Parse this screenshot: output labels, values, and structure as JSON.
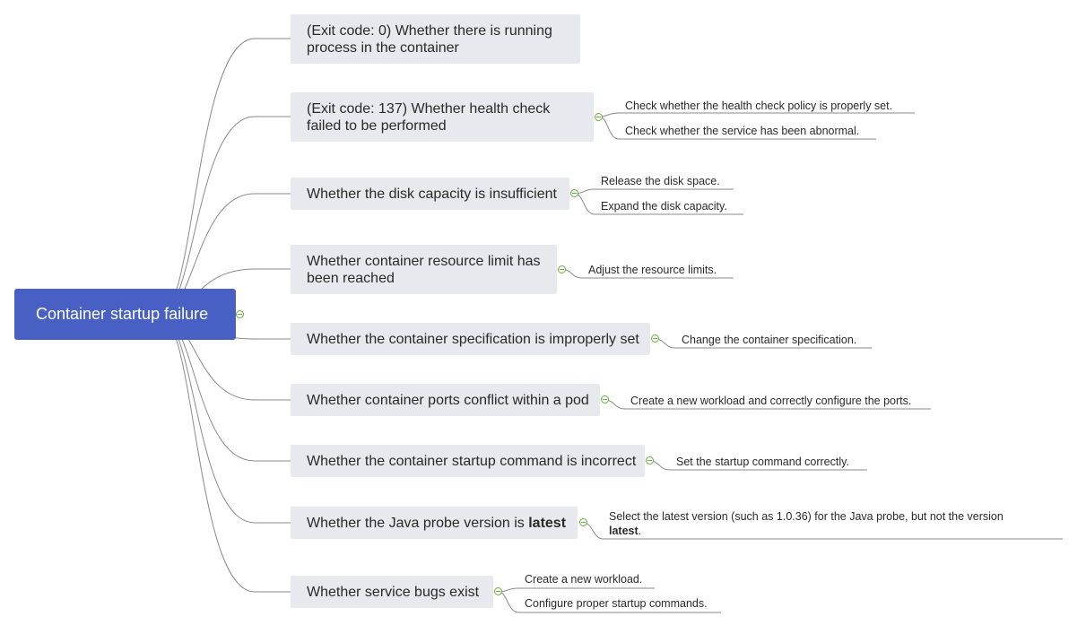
{
  "root": {
    "label": "Container startup failure"
  },
  "branches": [
    {
      "id": "b0",
      "lines": [
        "(Exit code: 0) Whether there is running",
        "process in the container"
      ],
      "leaves": []
    },
    {
      "id": "b1",
      "lines": [
        "(Exit code: 137) Whether health check",
        "failed to be performed"
      ],
      "leaves": [
        {
          "lines": [
            "Check whether the health check policy is properly set."
          ]
        },
        {
          "lines": [
            "Check whether the service has been abnormal."
          ]
        }
      ]
    },
    {
      "id": "b2",
      "lines": [
        "Whether the disk capacity is insufficient"
      ],
      "leaves": [
        {
          "lines": [
            "Release the disk space."
          ]
        },
        {
          "lines": [
            "Expand the disk capacity."
          ]
        }
      ]
    },
    {
      "id": "b3",
      "lines": [
        "Whether container resource limit has",
        "been reached"
      ],
      "leaves": [
        {
          "lines": [
            "Adjust the resource limits."
          ]
        }
      ]
    },
    {
      "id": "b4",
      "lines": [
        "Whether the container specification is improperly set"
      ],
      "leaves": [
        {
          "lines": [
            "Change the container specification."
          ]
        }
      ]
    },
    {
      "id": "b5",
      "lines": [
        "Whether container ports conflict within a pod"
      ],
      "leaves": [
        {
          "lines": [
            "Create a new workload and correctly configure the ports."
          ]
        }
      ]
    },
    {
      "id": "b6",
      "lines": [
        "Whether the container startup command is incorrect"
      ],
      "leaves": [
        {
          "lines": [
            "Set the startup command correctly."
          ]
        }
      ]
    },
    {
      "id": "b7",
      "lines": [
        "Whether the Java probe version is "
      ],
      "bold": "latest",
      "leaves": [
        {
          "lines": [
            "Select the latest version (such as 1.0.36) for the Java probe, but not the version"
          ],
          "bold": "latest",
          "tail": "."
        }
      ]
    },
    {
      "id": "b8",
      "lines": [
        "Whether service bugs exist"
      ],
      "leaves": [
        {
          "lines": [
            "Create a new workload."
          ]
        },
        {
          "lines": [
            "Configure proper startup commands."
          ]
        }
      ]
    }
  ],
  "colors": {
    "root_fill": "#4860c4",
    "topic_fill": "#e8e8ef",
    "line": "#8a8a8a",
    "collapse": "#6aae3c"
  }
}
